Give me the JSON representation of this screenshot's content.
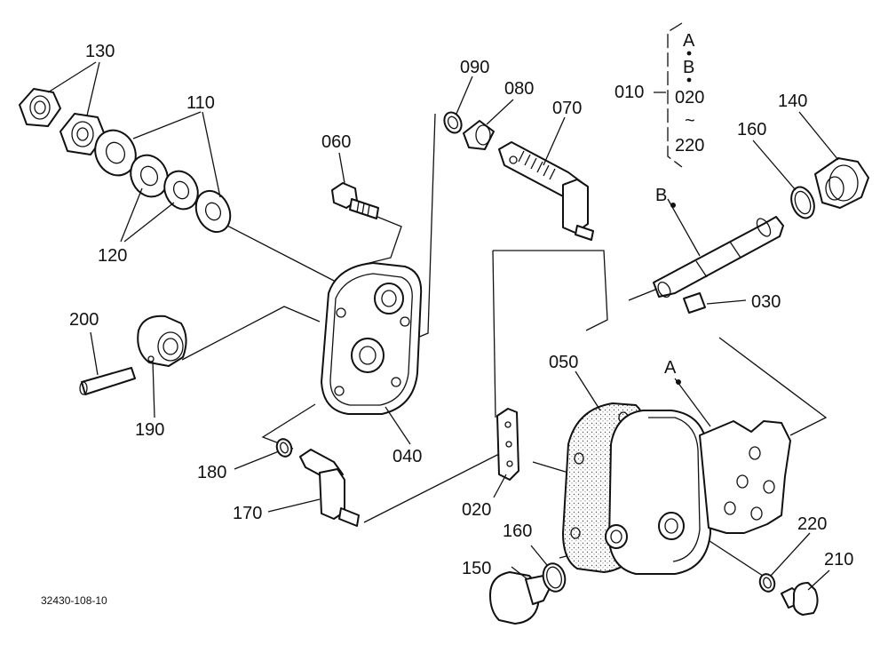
{
  "diagram": {
    "callouts": {
      "p130": "130",
      "p110": "110",
      "p120": "120",
      "p060": "060",
      "p090": "090",
      "p080": "080",
      "p070": "070",
      "p010": "010",
      "p140": "140",
      "p160a": "160",
      "pB": "B",
      "p030": "030",
      "p200": "200",
      "p190": "190",
      "p040": "040",
      "p050": "050",
      "pA": "A",
      "p180": "180",
      "p170": "170",
      "p020": "020",
      "p150": "150",
      "p160b": "160",
      "p220": "220",
      "p210": "210"
    },
    "bracket": {
      "line1": "A",
      "line2": "B",
      "line3": "020",
      "line4": "~",
      "line5": "220"
    },
    "drawing_number": "32430-108-10"
  }
}
